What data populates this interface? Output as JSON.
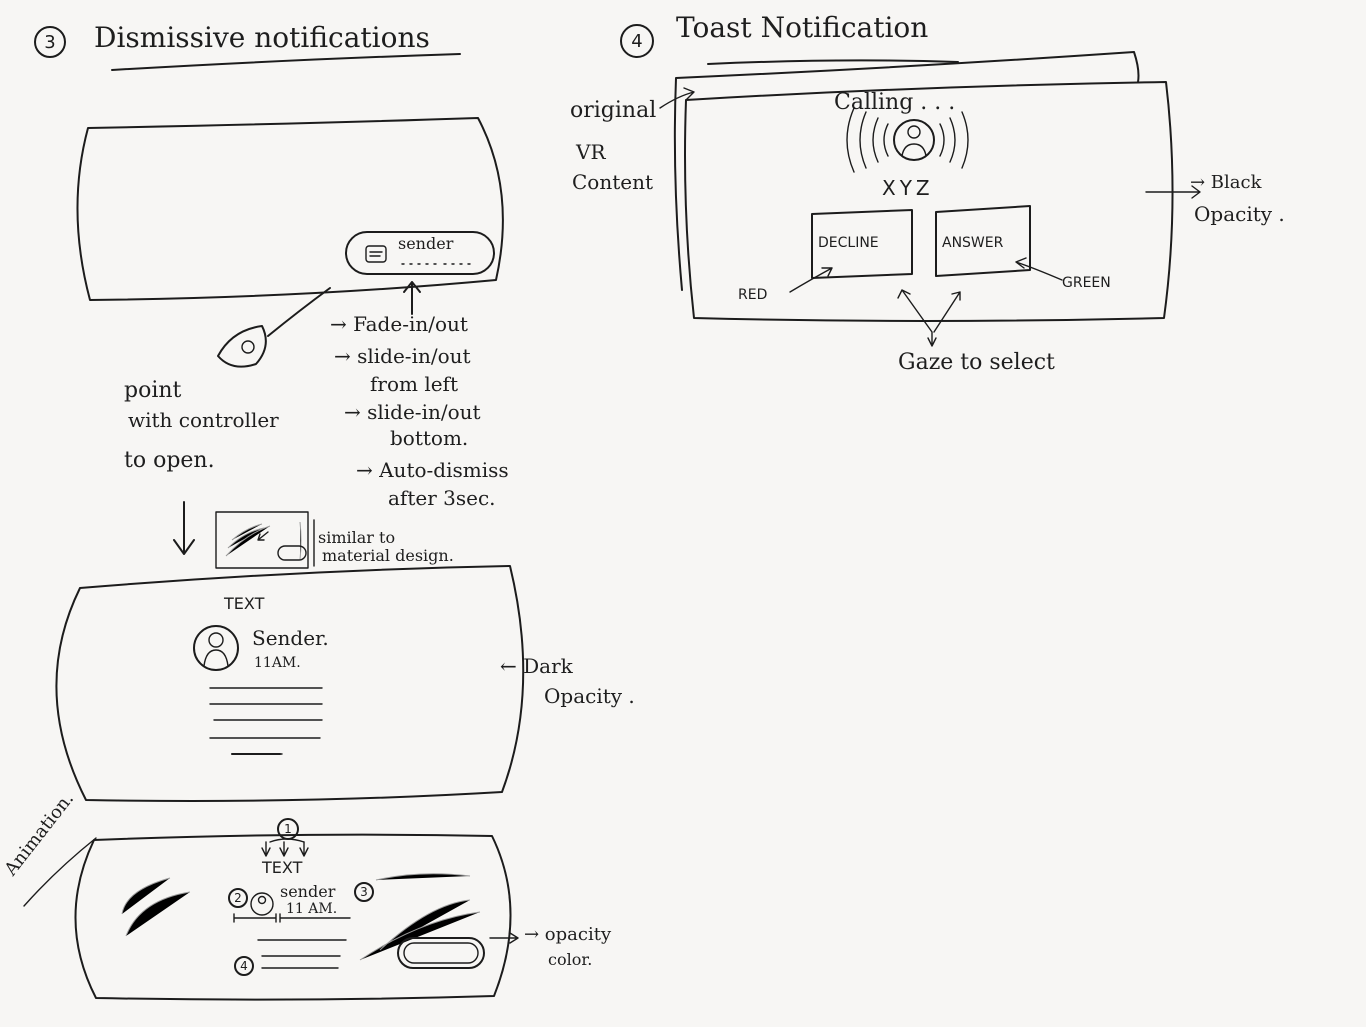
{
  "dismissive": {
    "number": "3",
    "title": "Dismissive notifications",
    "card_sender": "sender",
    "controller_note": [
      "point",
      "with controller",
      "to open."
    ],
    "behaviors": [
      "→ Fade-in/out",
      "→ slide-in/out",
      "from left",
      "→ slide-in/out",
      "bottom.",
      "→ Auto-dismiss",
      "after 3sec."
    ],
    "similar_note": [
      "similar to",
      "material design."
    ],
    "expanded": {
      "title": "TEXT",
      "sender": "Sender.",
      "time": "11AM.",
      "side_note": [
        "← Dark",
        "Opacity ."
      ]
    },
    "animation": {
      "label": "Animation.",
      "step1": "1",
      "title": "TEXT",
      "step2": "2",
      "sender": "sender",
      "step3": "3",
      "time": "11 AM.",
      "step4": "4",
      "side_note": [
        "→ opacity",
        "color."
      ]
    }
  },
  "toast": {
    "number": "4",
    "title": "Toast Notification",
    "original_label": [
      "original",
      "VR",
      "Content"
    ],
    "calling": "Calling . . .",
    "caller": "XYZ",
    "decline": "DECLINE",
    "answer": "ANSWER",
    "red_label": "RED",
    "green_label": "GREEN",
    "black_note": [
      "→ Black",
      "Opacity ."
    ],
    "gaze": "Gaze to select"
  }
}
